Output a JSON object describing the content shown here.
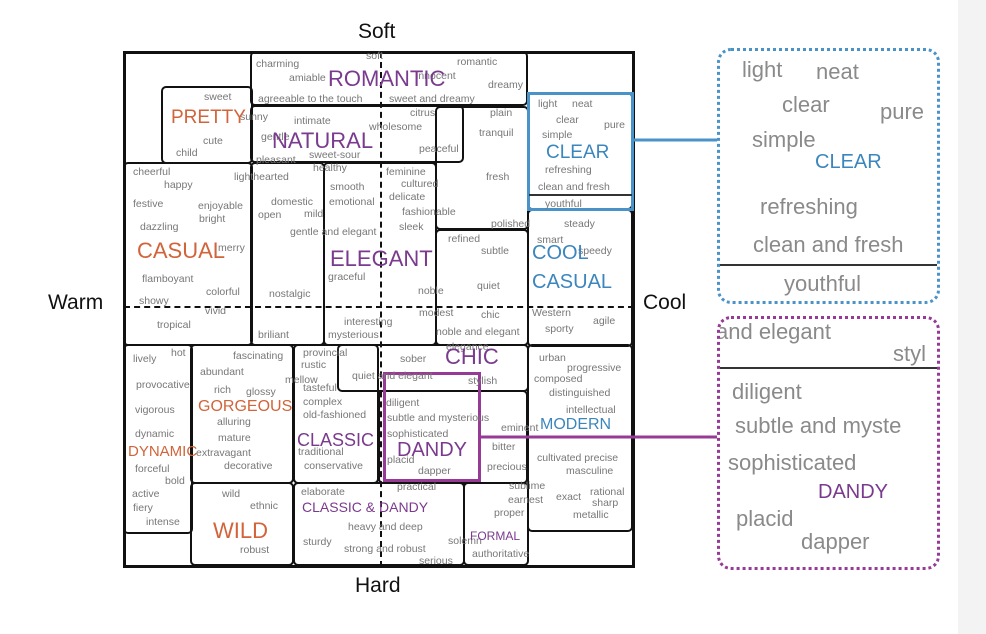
{
  "axes": {
    "top": "Soft",
    "bottom": "Hard",
    "left": "Warm",
    "right": "Cool"
  },
  "categories": {
    "romantic": "ROMANTIC",
    "pretty": "PRETTY",
    "natural": "NATURAL",
    "clear": "CLEAR",
    "casual": "CASUAL",
    "elegant": "ELEGANT",
    "cool_casual_1": "COOL",
    "cool_casual_2": "CASUAL",
    "chic": "CHIC",
    "gorgeous": "GORGEOUS",
    "dynamic": "DYNAMIC",
    "classic": "CLASSIC",
    "dandy": "DANDY",
    "modern": "MODERN",
    "wild": "WILD",
    "classic_dandy": "CLASSIC & DANDY",
    "formal": "FORMAL"
  },
  "words": [
    "charming",
    "soft",
    "romantic",
    "amiable",
    "innocent",
    "dreamy",
    "agreeable to the touch",
    "sweet and dreamy",
    "sweet",
    "sunny",
    "citrus",
    "plain",
    "intimate",
    "wholesome",
    "tranquil",
    "cute",
    "child",
    "gentle",
    "peaceful",
    "pleasant",
    "sweet-sour",
    "healthy",
    "cheerful",
    "happy",
    "lighthearted",
    "feminine",
    "fresh",
    "smooth",
    "cultured",
    "delicate",
    "festive",
    "enjoyable",
    "domestic",
    "emotional",
    "mild",
    "bright",
    "open",
    "fashionable",
    "dazzling",
    "sleek",
    "gentle and elegant",
    "polished",
    "steady",
    "merry",
    "refined",
    "smart",
    "subtle",
    "speedy",
    "graceful",
    "flamboyant",
    "colorful",
    "nostalgic",
    "noble",
    "quiet",
    "showy",
    "vivid",
    "modest",
    "chic",
    "Western",
    "agile",
    "tropical",
    "briliant",
    "interesting",
    "mysterious",
    "noble and elegant",
    "sporty",
    "lively",
    "hot",
    "fascinating",
    "provincial",
    "rustic",
    "sober",
    "elegance",
    "urban",
    "progressive",
    "provocative",
    "abundant",
    "mellow",
    "tasteful",
    "quiet and elegant",
    "stylish",
    "composed",
    "rich",
    "glossy",
    "distinguished",
    "vigorous",
    "complex",
    "old-fashioned",
    "diligent",
    "subtle and mysterious",
    "eminent",
    "intellectual",
    "alluring",
    "dynamic",
    "mature",
    "sophisticated",
    "bitter",
    "extravagant",
    "traditional",
    "placid",
    "cultivated precise",
    "forceful",
    "decorative",
    "conservative",
    "dapper",
    "precious",
    "masculine",
    "bold",
    "practical",
    "sublime",
    "active",
    "wild",
    "elaborate",
    "earnest",
    "exact",
    "rational",
    "sharp",
    "fiery",
    "ethnic",
    "proper",
    "metallic",
    "intense",
    "heavy and deep",
    "solemn",
    "robust",
    "sturdy",
    "strong and robust",
    "serious",
    "authoritative"
  ],
  "zoom_clear": {
    "words": [
      "light",
      "neat",
      "clear",
      "pure",
      "simple",
      "refreshing",
      "clean and fresh",
      "youthful"
    ],
    "label": "CLEAR",
    "small": {
      "light": "light",
      "neat": "neat",
      "clear": "clear",
      "pure": "pure",
      "simple": "simple",
      "refreshing": "refreshing",
      "clean_fresh": "clean and fresh",
      "youthful": "youthful"
    }
  },
  "zoom_dandy": {
    "top1": "and elegant",
    "top2": "styl",
    "words": [
      "diligent",
      "subtle and myste",
      "sophisticated",
      "placid",
      "dapper"
    ],
    "label": "DANDY"
  },
  "colors": {
    "orange": "#d1643a",
    "purple": "#7a3a8e",
    "blue": "#3b86bd",
    "highlight_blue": "#4a93c8",
    "highlight_purple": "#963a95"
  }
}
